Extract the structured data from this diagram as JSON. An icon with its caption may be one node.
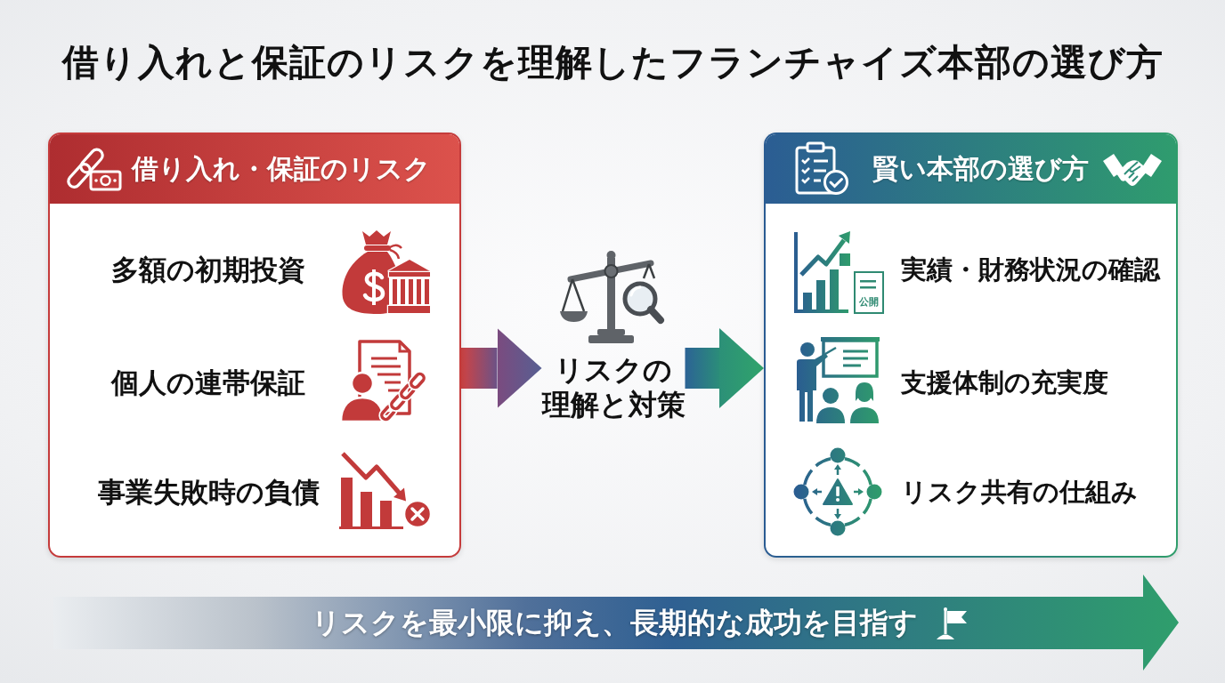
{
  "diagram": {
    "title": "借り入れと保証のリスクを理解したフランチャイズ本部の選び方",
    "nodes": [
      {
        "text": [
          "借り入れ・保証のリスク",
          "多額の初期投資",
          "個人の連帯保証",
          "事業失敗時の負債"
        ]
      },
      {
        "text": [
          "リスクの理解と対策"
        ]
      },
      {
        "text": [
          "賢い本部の選び方",
          "実績・財務状況の確認",
          "支援体制の充実度",
          "リスク共有の仕組み"
        ]
      },
      {
        "text": [
          "リスクを最小限に抑え、長期的な成功を目指す"
        ]
      }
    ],
    "edges": [
      {
        "from": 0,
        "to": 1,
        "arrow": "to"
      },
      {
        "from": 1,
        "to": 2,
        "arrow": "to"
      }
    ],
    "labels": [
      "公開"
    ]
  }
}
